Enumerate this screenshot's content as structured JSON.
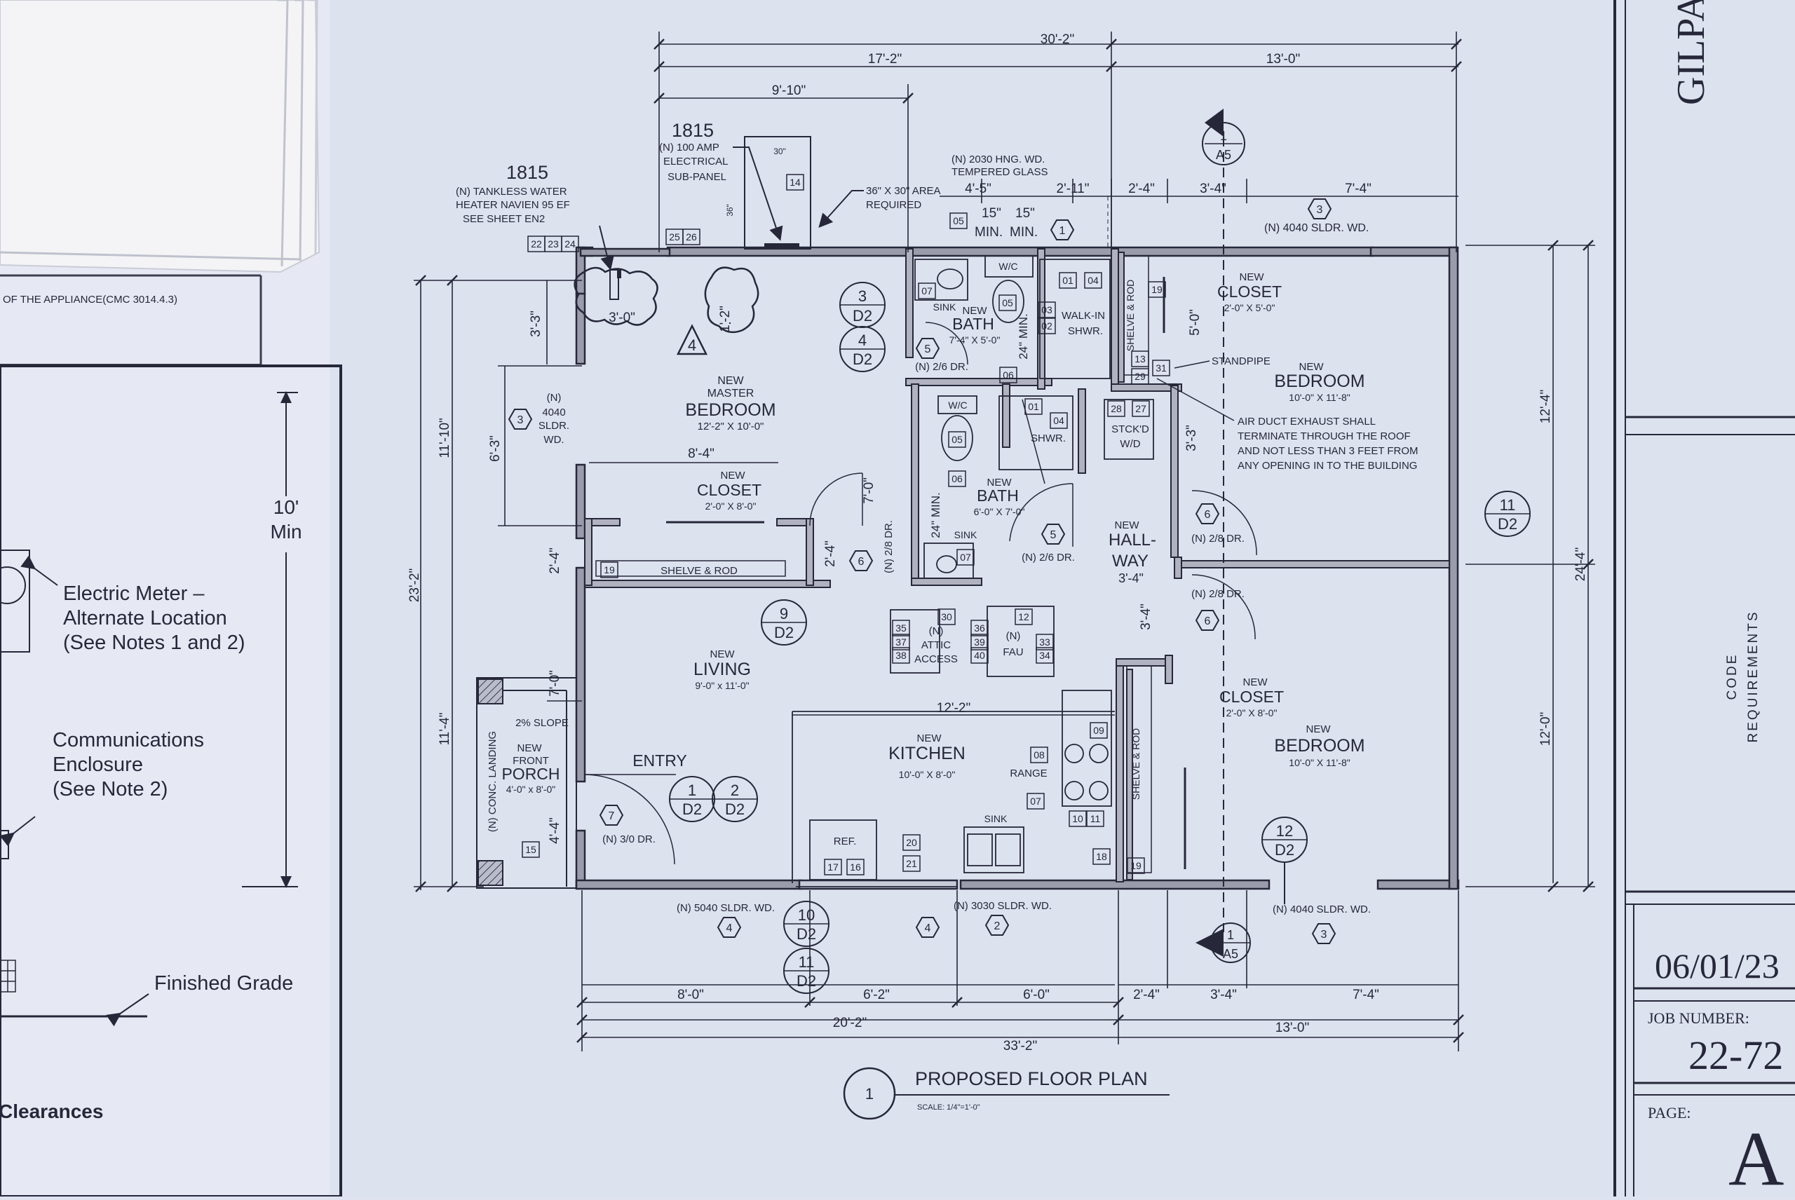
{
  "colors": {
    "paper": "#e3e7f3",
    "ink": "#26283a",
    "wall_fill": "#9a9cab",
    "paper_edge": "#f3f3f6"
  },
  "sidebar": {
    "appliance_note": "OF THE APPLIANCE(CMC 3014.4.3)",
    "ten_min": "10'",
    "ten_min_sub": "Min",
    "electric_meter": [
      "Electric Meter –",
      "Alternate Location",
      "(See Notes 1 and 2)"
    ],
    "comm_enclosure": [
      "Communications",
      "Enclosure",
      "(See Note 2)"
    ],
    "finished_grade": "Finished Grade",
    "clearances": "Clearances"
  },
  "title_block": {
    "project_name": "GILPA",
    "code_requirements": [
      "CODE",
      "REQUIREMENTS"
    ],
    "date": "06/01/23",
    "job_number_label": "JOB NUMBER:",
    "job_number": "22-72",
    "page_label": "PAGE:",
    "page_value": "A"
  },
  "plan": {
    "title": "PROPOSED FLOOR PLAN",
    "scale": "SCALE: 1/4\"=1'-0\"",
    "title_number": "1",
    "rooms": [
      {
        "name": "BEDROOM",
        "prefix": [
          "NEW",
          "MASTER"
        ],
        "size": "12'-2\" X 10'-0\""
      },
      {
        "name": "BATH",
        "prefix": [
          "NEW"
        ],
        "size": "7'-4\" X 5'-0\""
      },
      {
        "name": "BATH",
        "prefix": [
          "NEW"
        ],
        "size": "6'-0\" X 7'-0\""
      },
      {
        "name": "CLOSET",
        "prefix": [
          "NEW"
        ],
        "size": "2'-0\" X 8'-0\""
      },
      {
        "name": "CLOSET",
        "prefix": [
          "NEW"
        ],
        "size": "2'-0\" X 5'-0\""
      },
      {
        "name": "BEDROOM",
        "prefix": [
          "NEW"
        ],
        "size": "10'-0\" X 11'-8\""
      },
      {
        "name": "LIVING",
        "prefix": [
          "NEW"
        ],
        "size": "9'-0\" x 11'-0\""
      },
      {
        "name": "KITCHEN",
        "prefix": [
          "NEW"
        ],
        "size": "10'-0\" X 8'-0\""
      },
      {
        "name": "CLOSET",
        "prefix": [
          "NEW"
        ],
        "size": "2'-0\" X 8'-0\""
      },
      {
        "name": "BEDROOM",
        "prefix": [
          "NEW"
        ],
        "size": "10'-0\" X 11'-8\""
      },
      {
        "name": "PORCH",
        "prefix": [
          "NEW",
          "FRONT"
        ],
        "size": "4'-0\" x 8'-0\""
      },
      {
        "name": "HALL-",
        "prefix": [
          "NEW"
        ],
        "size": "WAY"
      }
    ],
    "hallway_size": "3'-4\"",
    "entry": "ENTRY",
    "dims_top": [
      "30'-2\"",
      "17'-2\"",
      "13'-0\"",
      "9'-10\"",
      "4'-5\"",
      "2'-11\"",
      "2'-4\"",
      "3'-4\"",
      "7'-4\""
    ],
    "dims_bottom": [
      "8'-0\"",
      "6'-2\"",
      "6'-0\"",
      "2'-4\"",
      "3'-4\"",
      "7'-4\"",
      "20'-2\"",
      "13'-0\"",
      "33'-2\""
    ],
    "dims_left": [
      "23'-2\"",
      "11'-10\"",
      "11'-4\"",
      "3'-3\"",
      "6'-3\"",
      "2'-4\"",
      "7'-0\"",
      "4'-4\""
    ],
    "dims_right": [
      "24'-4\"",
      "12'-4\"",
      "12'-0\""
    ],
    "dims_inner": [
      "8'-4\"",
      "7'-0\"",
      "2'-4\"",
      "3'-4\"",
      "12'-2\"",
      "3'-0\"",
      "1'-2\"",
      "5'-0\"",
      "3'-3\"",
      "24\" MIN.",
      "24\" MIN."
    ],
    "notes": {
      "n1815_a": "1815",
      "water_heater": [
        "(N) TANKLESS WATER",
        "HEATER NAVIEN 95 EF",
        "SEE SHEET EN2"
      ],
      "n1815_b": "1815",
      "subpanel": [
        "(N) 100 AMP",
        "ELECTRICAL",
        "SUB-PANEL"
      ],
      "area_req": [
        "36\" X 30\" AREA",
        "REQUIRED"
      ],
      "tempered": [
        "(N) 2030 HNG. WD.",
        "TEMPERED GLASS"
      ],
      "min_min": [
        "15\"",
        "15\"",
        "MIN.",
        "MIN."
      ],
      "slider_top_right": "(N) 4040 SLDR. WD.",
      "slider_left": [
        "(N)",
        "4040",
        "SLDR.",
        "WD."
      ],
      "standpipe": "STANDPIPE",
      "air_duct": [
        "AIR DUCT EXHAUST SHALL",
        "TERMINATE THROUGH THE ROOF",
        "AND NOT LESS THAN 3 FEET FROM",
        "ANY OPENING IN TO THE BUILDING"
      ],
      "shelve_rod": "SHELVE & ROD",
      "walkin": [
        "WALK-IN",
        "SHWR."
      ],
      "shwr": "SHWR.",
      "stackd": [
        "STCK'D",
        "W/D"
      ],
      "wc": "W/C",
      "sink": "SINK",
      "attic": [
        "(N)",
        "ATTIC",
        "ACCESS"
      ],
      "fau": [
        "(N)",
        "FAU"
      ],
      "range": "RANGE",
      "ref": "REF.",
      "slope": "2% SLOPE",
      "landing": "(N) CONC. LANDING",
      "door_26": "(N) 2/6 DR.",
      "door_28": "(N) 2/8 DR.",
      "door_30": "(N) 3/0 DR.",
      "slider_5040": "(N) 5040 SLDR. WD.",
      "slider_3030": "(N) 3030 SLDR. WD.",
      "slider_4040b": "(N) 4040 SLDR. WD.",
      "dim_30": "30\"",
      "dim_36": "36\""
    },
    "section_markers": [
      {
        "num": "1",
        "ref": "A5"
      },
      {
        "num": "1",
        "ref": "A5"
      }
    ],
    "detail_markers": [
      "3",
      "D2",
      "4",
      "D2",
      "9",
      "D2",
      "11",
      "D2",
      "1",
      "D2",
      "2",
      "D2",
      "10",
      "D2",
      "11",
      "D2",
      "12",
      "D2"
    ],
    "hex_tags": [
      "1",
      "3",
      "3",
      "3",
      "4",
      "5",
      "5",
      "6",
      "6",
      "6",
      "7",
      "2",
      "4"
    ],
    "box_tags": [
      "14",
      "05",
      "22",
      "23",
      "24",
      "25",
      "26",
      "07",
      "05",
      "01",
      "04",
      "19",
      "13",
      "29",
      "31",
      "03",
      "02",
      "06",
      "28",
      "27",
      "01",
      "04",
      "05",
      "06",
      "07",
      "19",
      "30",
      "35",
      "37",
      "38",
      "36",
      "39",
      "40",
      "12",
      "33",
      "34",
      "08",
      "09",
      "07",
      "10",
      "11",
      "18",
      "19",
      "17",
      "16",
      "20",
      "21",
      "15"
    ],
    "revision_tag": "4"
  }
}
